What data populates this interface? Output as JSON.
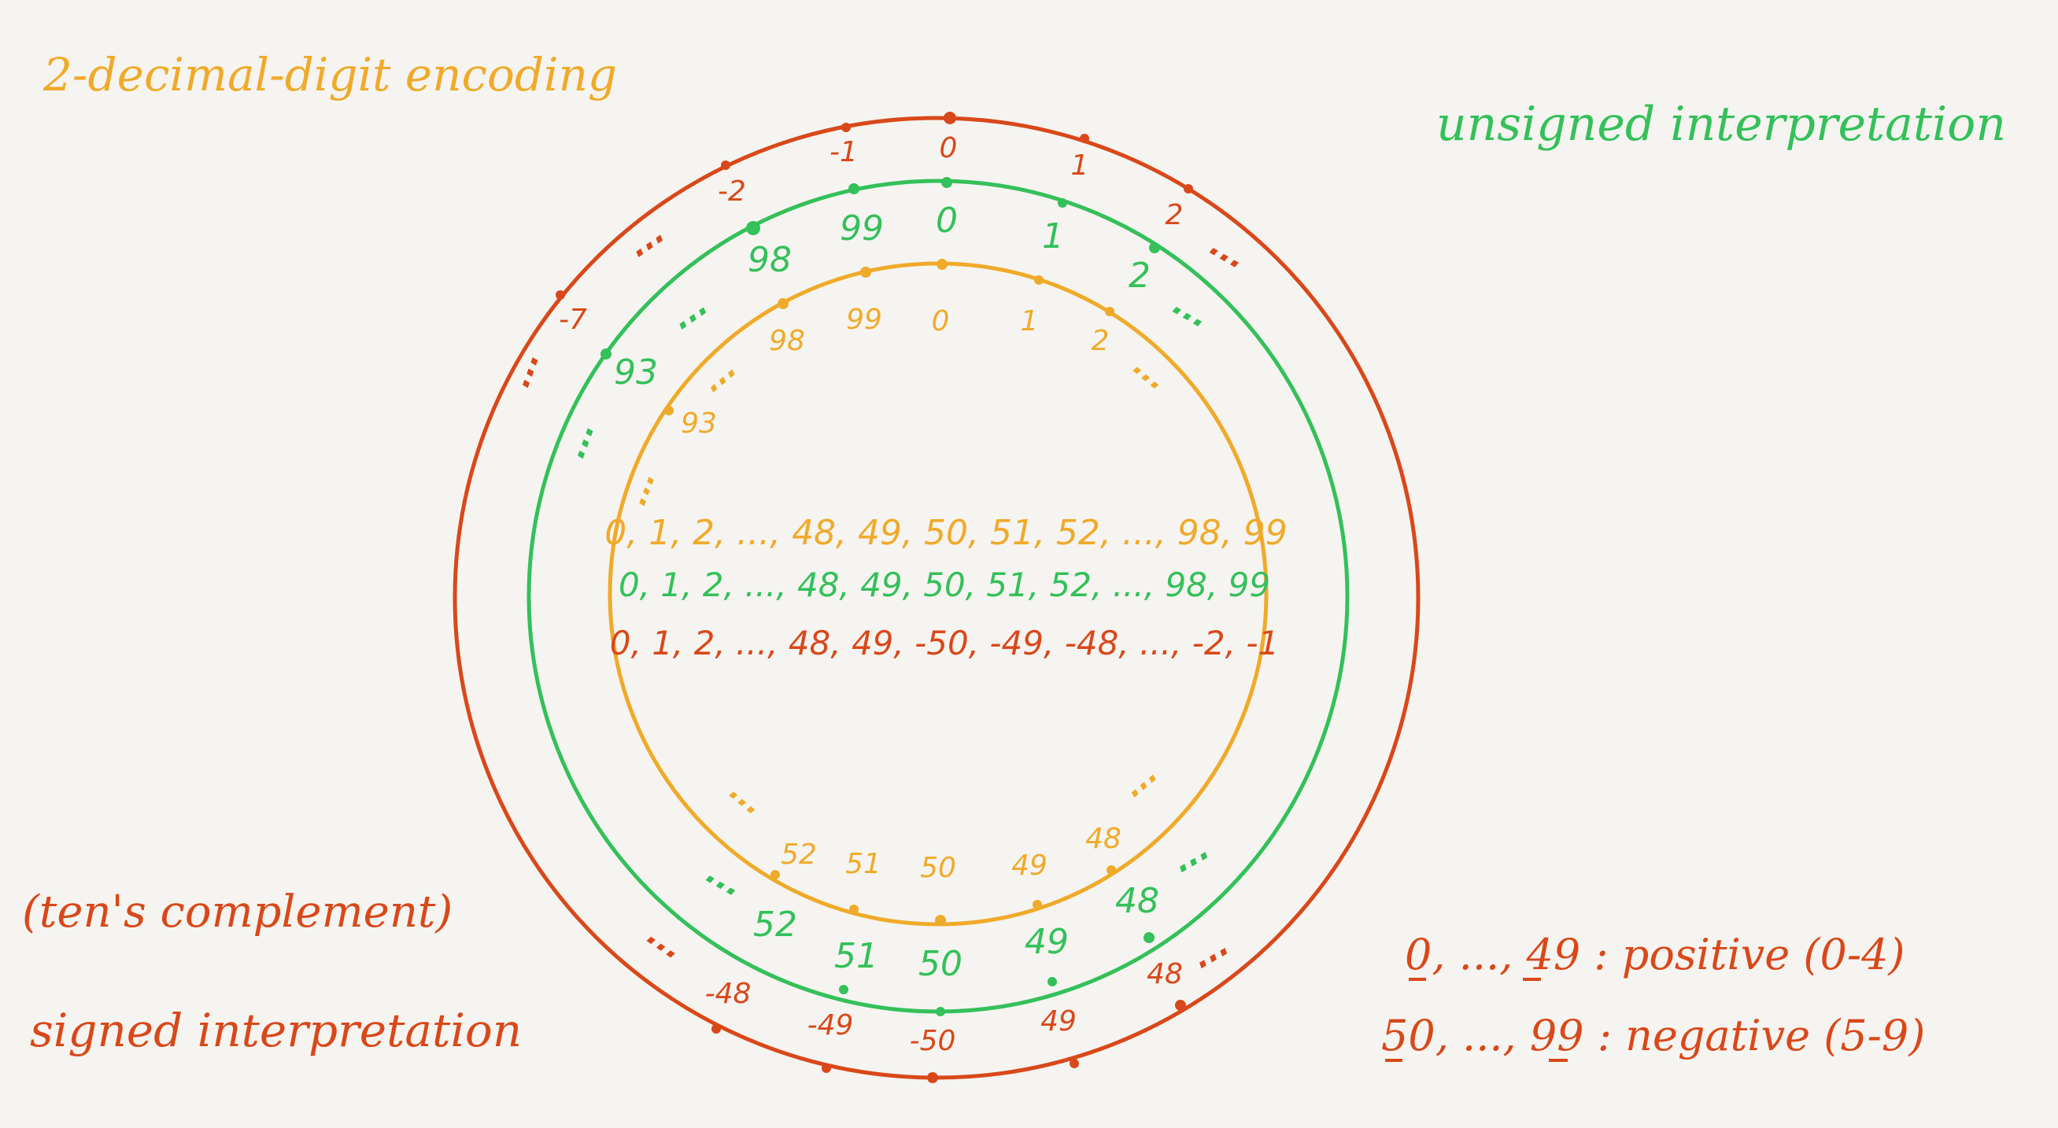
{
  "colors": {
    "background": "#f5f4f0",
    "orange": "#f0aa2a",
    "green": "#34c05a",
    "red": "#d9481a"
  },
  "headings": {
    "encoding": "2-decimal-digit encoding",
    "unsigned": "unsigned interpretation",
    "complement": "(ten's complement)",
    "signed": "signed interpretation"
  },
  "sequences": {
    "orange": "0, 1, 2, ..., 48, 49, 50, 51, 52, ..., 98, 99",
    "green": "0, 1, 2, ..., 48, 49, 50, 51, 52, ..., 98, 99",
    "red": "0, 1, 2, ..., 48, 49, -50, -49, -48, ..., -2, -1"
  },
  "legend": {
    "positive": "0, ..., 49 : positive (0-4)",
    "negative": "50, ..., 99 : negative (5-9)"
  },
  "rings": {
    "orange": {
      "top": [
        "98",
        "99",
        "0",
        "1",
        "2"
      ],
      "left": "93",
      "bottom": [
        "52",
        "51",
        "50",
        "49",
        "48"
      ]
    },
    "green": {
      "top": [
        "98",
        "99",
        "0",
        "1",
        "2"
      ],
      "left": "93",
      "bottom": [
        "52",
        "51",
        "50",
        "49",
        "48"
      ]
    },
    "red": {
      "top": [
        "-2",
        "-1",
        "0",
        "1",
        "2"
      ],
      "left": "-7",
      "bottom": [
        "-48",
        "-49",
        "-50",
        "49",
        "48"
      ]
    }
  },
  "ellipsis": "..."
}
